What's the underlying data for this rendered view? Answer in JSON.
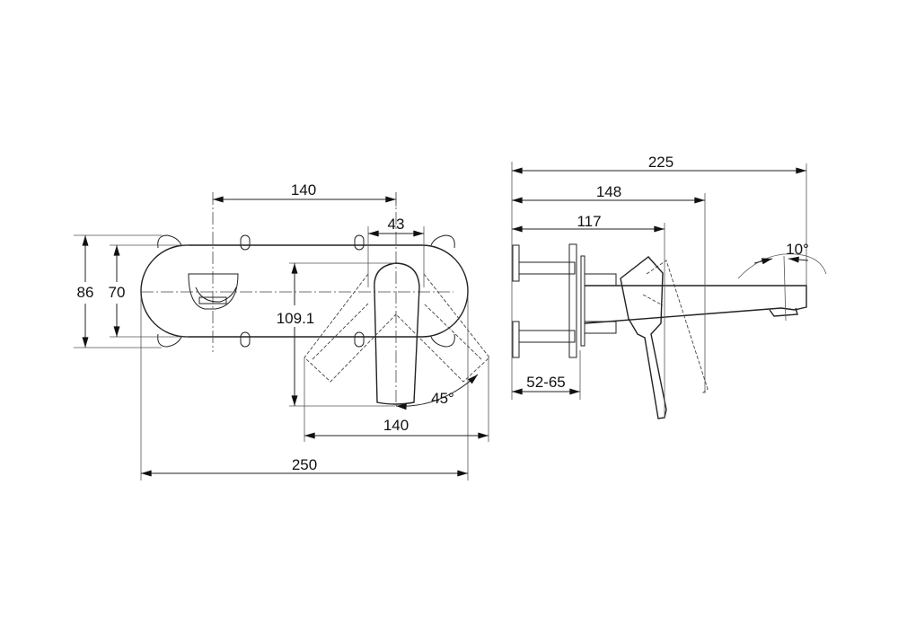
{
  "front_view": {
    "dimensions": {
      "spacing_top": "140",
      "handle_width": "43",
      "overall_height": "86",
      "plate_height": "70",
      "handle_length": "109.1",
      "rotation_angle": "45°",
      "handle_sweep": "140",
      "overall_width": "250"
    }
  },
  "side_view": {
    "dimensions": {
      "total_projection": "225",
      "handle_projection": "148",
      "body_projection": "117",
      "wall_depth": "52-65",
      "spout_angle": "10°"
    }
  }
}
